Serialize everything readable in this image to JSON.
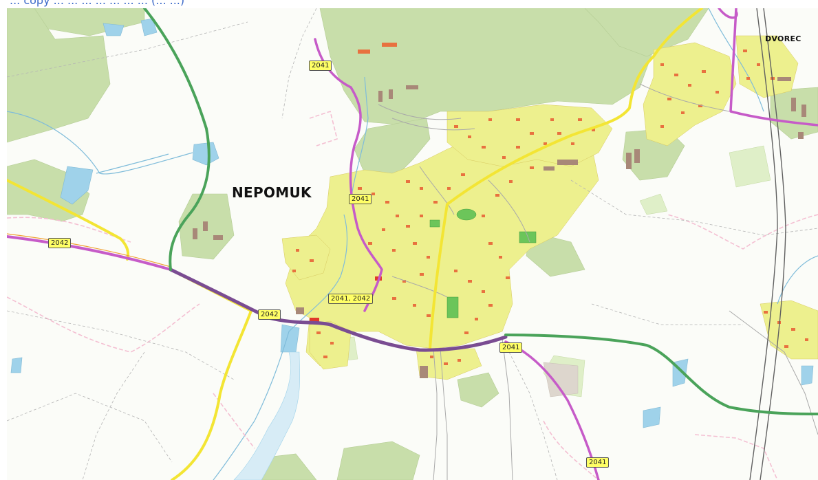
{
  "header": {
    "caption_fragment": "... copy ... ... ... ... ... ... ... (... ...)"
  },
  "map": {
    "towns": [
      {
        "name": "NEPOMUK"
      },
      {
        "name": "DVOREC"
      }
    ],
    "road_labels": [
      "2041",
      "2041",
      "2042",
      "2041, 2042",
      "2042",
      "2041",
      "2041"
    ],
    "colors": {
      "forest": "#c8deaa",
      "meadow": "#d9ecbd",
      "builtup": "#edf08e",
      "building": "#e8713f",
      "building_dark": "#a88878",
      "water": "#9fd2ea",
      "road_yellow": "#f3e534",
      "road_magenta": "#c65bc8",
      "road_green": "#4aa35a",
      "road_purple": "#7a4c92",
      "railway": "#606060",
      "boundary": "#f4bfd2"
    }
  }
}
